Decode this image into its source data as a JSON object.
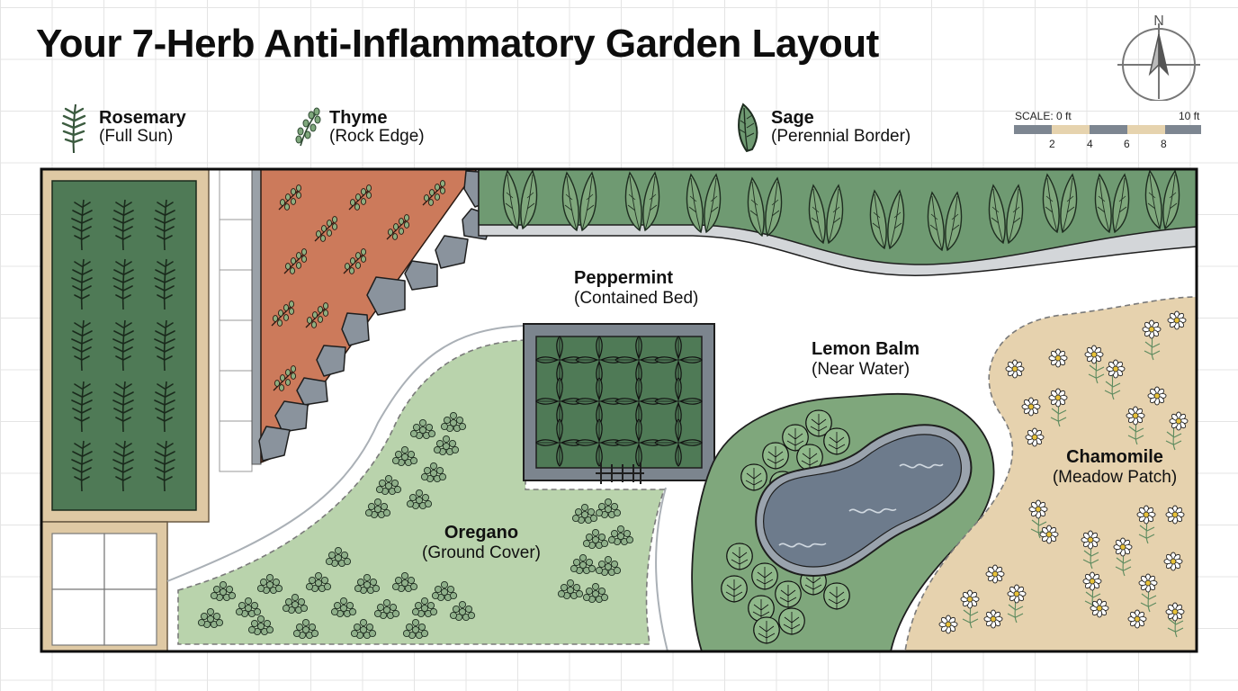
{
  "title": "Your 7-Herb Anti-Inflammatory Garden Layout",
  "compass": {
    "north_label": "N"
  },
  "scale": {
    "start_label": "SCALE: 0 ft",
    "end_label": "10 ft",
    "ticks": [
      "2",
      "4",
      "6",
      "8"
    ]
  },
  "herbs": {
    "rosemary": {
      "name": "Rosemary",
      "note": "(Full Sun)",
      "icon": "rosemary-sprig-icon"
    },
    "thyme": {
      "name": "Thyme",
      "note": "(Rock Edge)",
      "icon": "thyme-sprig-icon"
    },
    "sage": {
      "name": "Sage",
      "note": "(Perennial Border)",
      "icon": "sage-leaf-icon"
    },
    "peppermint": {
      "name": "Peppermint",
      "note": "(Contained Bed)",
      "icon": "mint-leaf-icon"
    },
    "lemon_balm": {
      "name": "Lemon Balm",
      "note": "(Near Water)",
      "icon": "lemon-balm-leaf-icon"
    },
    "oregano": {
      "name": "Oregano",
      "note": "(Ground Cover)"
    },
    "chamomile": {
      "name": "Chamomile",
      "note": "(Meadow Patch)"
    }
  },
  "colors": {
    "bed_green": "#4f7a56",
    "sage_border": "#6f9a72",
    "oregano_fill": "#b9d3ac",
    "lemon_balm_fill": "#7fa77c",
    "thyme_soil": "#cc7a5b",
    "pond_water": "#6d7b8c",
    "chamomile_fill": "#e6d2ae",
    "frame_tan": "#dfc9a4",
    "stone_gray": "#8a939d"
  }
}
